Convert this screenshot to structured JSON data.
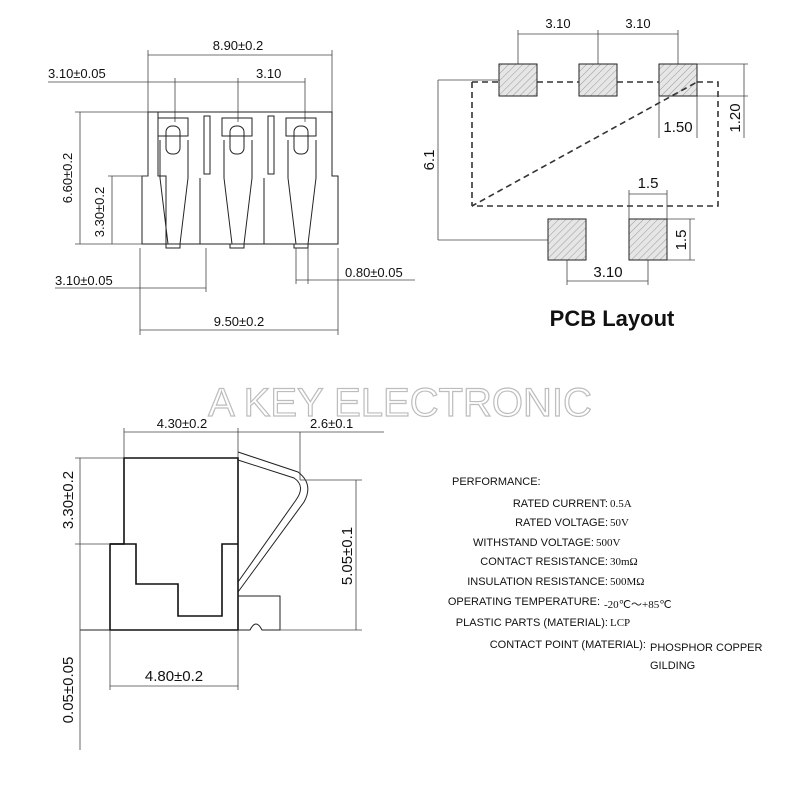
{
  "watermark": "A KEY ELECTRONIC",
  "top_view": {
    "dim_total_width": "8.90±0.2",
    "dim_left_offset": "3.10±0.05",
    "dim_pitch": "3.10",
    "dim_height": "6.60±0.2",
    "dim_inner_height": "3.30±0.2",
    "dim_bottom_offset": "3.10±0.05",
    "dim_pin_width": "0.80±0.05",
    "dim_bottom_width": "9.50±0.2"
  },
  "pcb_layout": {
    "title": "PCB Layout",
    "dim_pitch_left": "3.10",
    "dim_pitch_right": "3.10",
    "dim_pad_width": "1.50",
    "dim_pad_height": "1.20",
    "dim_total_height": "6.1",
    "dim_small_pad_width": "1.5",
    "dim_small_pad_height": "1.5",
    "dim_bottom_pitch": "3.10"
  },
  "side_view": {
    "dim_top_width": "4.30±0.2",
    "dim_lead": "2.6±0.1",
    "dim_upper_height": "3.30±0.2",
    "dim_body_height": "5.05±0.1",
    "dim_lead_thickness": "0.05±0.05",
    "dim_bottom_width": "4.80±0.2"
  },
  "performance": {
    "title": "PERFORMANCE:",
    "rows": [
      {
        "label": "RATED CURRENT:",
        "value": "0.5A"
      },
      {
        "label": "RATED VOLTAGE:",
        "value": "50V"
      },
      {
        "label": "WITHSTAND VOLTAGE:",
        "value": "500V"
      },
      {
        "label": "CONTACT RESISTANCE:",
        "value": "30mΩ"
      },
      {
        "label": "INSULATION RESISTANCE:",
        "value": "500MΩ"
      },
      {
        "label": "OPERATING TEMPERATURE:",
        "value": "-20℃～+85℃"
      },
      {
        "label": "PLASTIC PARTS (MATERIAL):",
        "value": "LCP"
      },
      {
        "label": "CONTACT POINT (MATERIAL):",
        "value": "PHOSPHOR COPPER GILDING"
      }
    ]
  }
}
